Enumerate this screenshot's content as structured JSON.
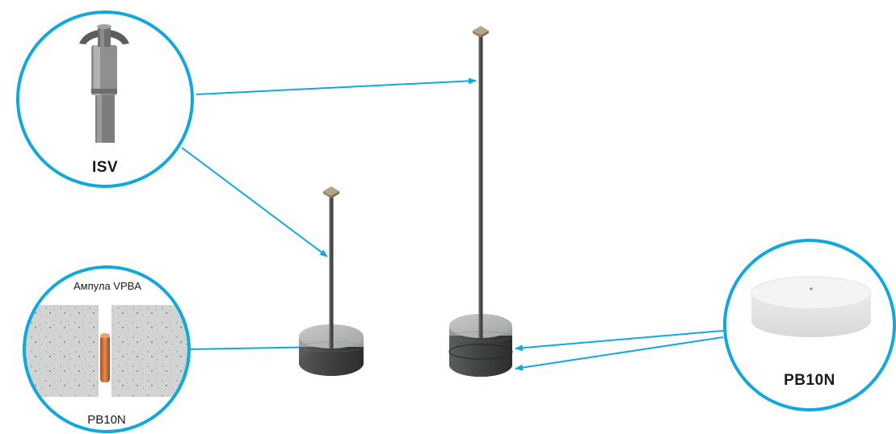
{
  "accent_color": "#12a8dc",
  "callouts": {
    "isv": {
      "label": "ISV"
    },
    "ampoule": {
      "top_label": "Ампула VPBA",
      "bottom_label": "PB10N"
    },
    "pb10n": {
      "label": "PB10N"
    }
  }
}
